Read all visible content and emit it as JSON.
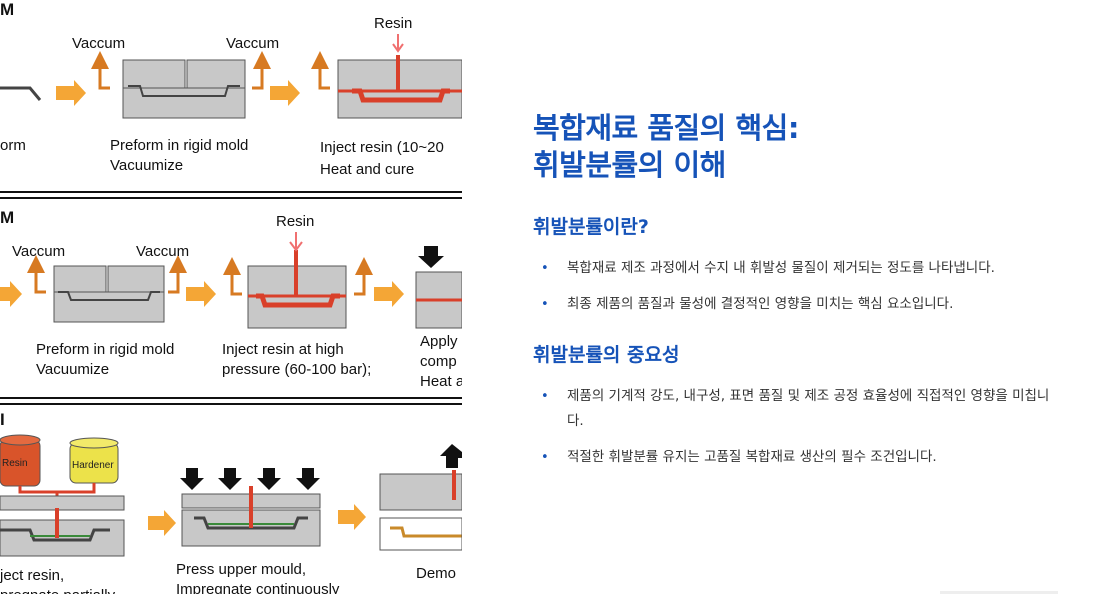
{
  "figure": {
    "panel1": {
      "label": "M",
      "vacuum_left": "Vaccum",
      "vacuum_right": "Vaccum",
      "resin": "Resin",
      "caption_left": "orm",
      "caption_mid_1": "Preform  in rigid mold",
      "caption_mid_2": "Vacuumize",
      "caption_right_1": "Inject resin (10~20",
      "caption_right_2": "Heat and cure"
    },
    "panel2": {
      "label": "M",
      "vacuum_left": "Vaccum",
      "vacuum_right": "Vaccum",
      "resin": "Resin",
      "caption_mid_1": "Preform  in rigid mold",
      "caption_mid_2": "Vacuumize",
      "caption_right_1": "Inject resin at high",
      "caption_right_2": "pressure (60-100 bar);",
      "caption_far_1": "Apply",
      "caption_far_2": "comp",
      "caption_far_3": "Heat a"
    },
    "panel3": {
      "label": "I",
      "resin_tank": "Resin",
      "hardener_tank": "Hardener",
      "caption_left_1": "ject resin,",
      "caption_left_2": "pregnate partially",
      "caption_mid_1": "Press  upper mould,",
      "caption_mid_2": "Impregnate continuously",
      "caption_right": "Demo"
    },
    "colors": {
      "mold": "#c8c8c8",
      "arrow": "#f4a636",
      "vacuum": "#d77a22",
      "resin": "#d9402a",
      "hardener": "#ece24a"
    }
  },
  "slide": {
    "title_line1": "복합재료 품질의 핵심:",
    "title_line2": "휘발분률의 이해",
    "section1": {
      "heading": "휘발분률이란?",
      "bullets": [
        "복합재료 제조 과정에서 수지 내 휘발성 물질이 제거되는 정도를 나타냅니다.",
        "최종 제품의 품질과 물성에 결정적인 영향을 미치는 핵심 요소입니다."
      ]
    },
    "section2": {
      "heading": "휘발분률의 중요성",
      "bullets": [
        "제품의 기계적 강도, 내구성, 표면 품질 및 제조 공정 효율성에 직접적인 영향을 미칩니다.",
        "적절한 휘발분률 유지는 고품질 복합재료 생산의 필수 조건입니다."
      ]
    },
    "bullet_glyph": "•",
    "accent_color": "#1653b8"
  }
}
